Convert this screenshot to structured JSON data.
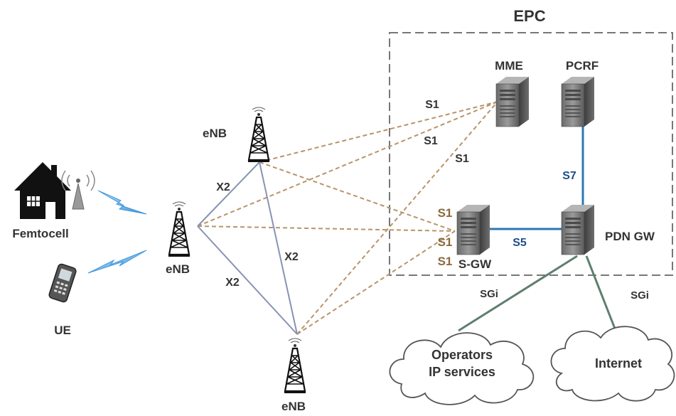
{
  "epc": {
    "title": "EPC"
  },
  "nodes": {
    "mme": "MME",
    "pcrf": "PCRF",
    "sgw": "S-GW",
    "pdngw": "PDN GW",
    "enb_top": "eNB",
    "enb_mid": "eNB",
    "enb_bottom": "eNB",
    "femtocell": "Femtocell",
    "ue": "UE"
  },
  "interfaces": {
    "s1_a": "S1",
    "s1_b": "S1",
    "s1_c": "S1",
    "s1_sgw_1": "S1",
    "s1_sgw_2": "S1",
    "s1_sgw_3": "S1",
    "s5": "S5",
    "s7": "S7",
    "x2_a": "X2",
    "x2_b": "X2",
    "x2_c": "X2",
    "sgi_left": "SGi",
    "sgi_right": "SGi"
  },
  "clouds": {
    "operators_line1": "Operators",
    "operators_line2": "IP services",
    "internet": "Internet"
  },
  "colors": {
    "s1_link": "#b8946a",
    "x2_link": "#8793b3",
    "blue_link": "#2a78b5",
    "sgi_link": "#5e7f6e",
    "wireless": "#5aa9e6"
  }
}
